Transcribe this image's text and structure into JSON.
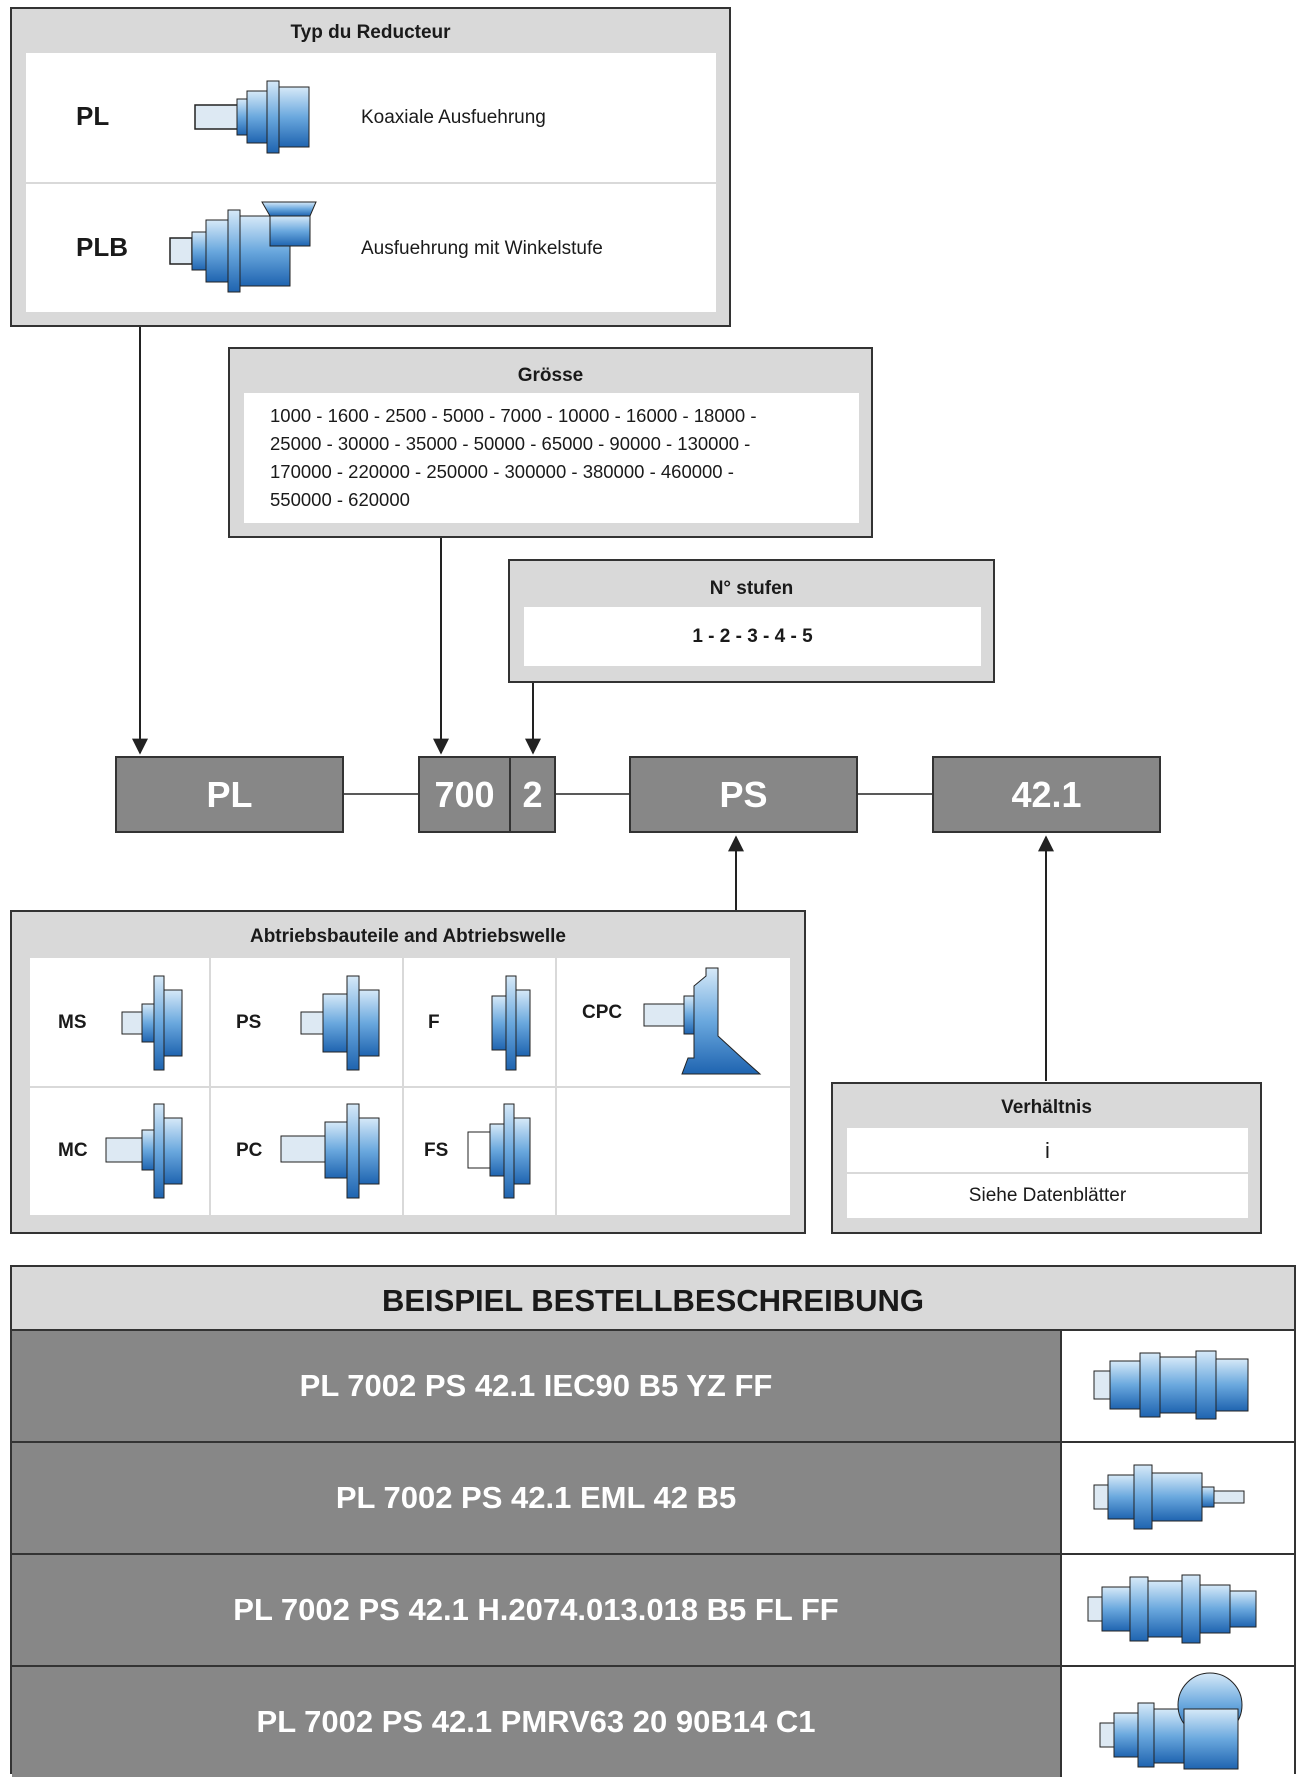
{
  "type_box": {
    "title": "Typ du Reducteur",
    "rows": [
      {
        "code": "PL",
        "icon": "coaxial-gearbox-icon",
        "description": "Koaxiale Ausfuehrung"
      },
      {
        "code": "PLB",
        "icon": "angle-gearbox-icon",
        "description": "Ausfuehrung mit Winkelstufe"
      }
    ]
  },
  "size_box": {
    "title": "Grösse",
    "lines": [
      "1000 - 1600 - 2500 - 5000 - 7000 - 10000 - 16000 - 18000 -",
      "25000 - 30000 - 35000 - 50000 - 65000 - 90000 - 130000 -",
      "170000 - 220000 - 250000 - 300000 - 380000 - 460000 -",
      "550000 - 620000"
    ]
  },
  "stages_box": {
    "title": "N° stufen",
    "values": "1 - 2 - 3 - 4 - 5"
  },
  "code": {
    "type": "PL",
    "size": "700",
    "stages": "2",
    "output": "PS",
    "ratio": "42.1"
  },
  "output_box": {
    "title": "Abtriebsbauteile and Abtriebswelle",
    "cells": [
      {
        "code": "MS",
        "icon": "splined-shaft-flange-icon"
      },
      {
        "code": "PS",
        "icon": "splined-shaft-flange-icon"
      },
      {
        "code": "F",
        "icon": "female-splined-flange-icon"
      },
      {
        "code": "CPC",
        "icon": "foot-mount-output-icon"
      },
      {
        "code": "MC",
        "icon": "solid-shaft-flange-icon"
      },
      {
        "code": "PC",
        "icon": "solid-shaft-flange-icon"
      },
      {
        "code": "FS",
        "icon": "hollow-shaft-flange-icon"
      }
    ]
  },
  "ratio_box": {
    "title": "Verhältnis",
    "symbol": "i",
    "note": "Siehe Datenblätter"
  },
  "example": {
    "title": "BEISPIEL BESTELLBESCHREIBUNG",
    "rows": [
      {
        "text": "PL 7002 PS 42.1 IEC90 B5 YZ FF",
        "icon": "gearbox-with-motor-adapter-icon"
      },
      {
        "text": "PL 7002 PS 42.1 EML 42 B5",
        "icon": "gearbox-with-shaft-input-icon"
      },
      {
        "text": "PL 7002 PS 42.1 H.2074.013.018 B5 FL FF",
        "icon": "gearbox-with-hydraulic-adapter-icon"
      },
      {
        "text": "PL 7002 PS 42.1 PMRV63 20 90B14 C1",
        "icon": "gearbox-with-worm-stage-icon"
      }
    ]
  },
  "colors": {
    "box_bg": "#d9d9d9",
    "code_bg": "#878787",
    "gear_blue": "#5b9bd5"
  }
}
